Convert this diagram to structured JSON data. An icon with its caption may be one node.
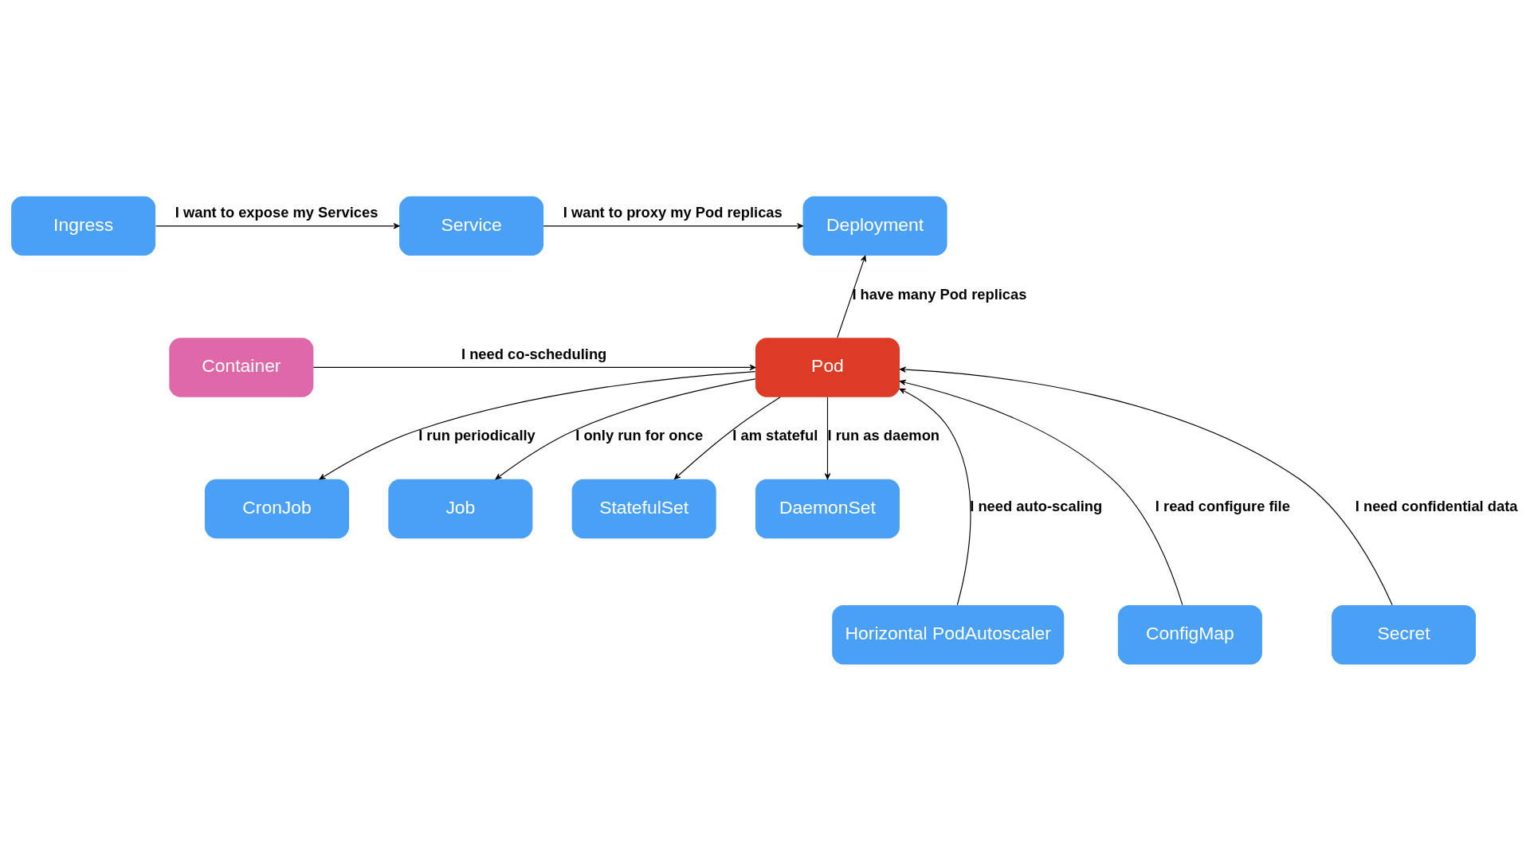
{
  "diagram": {
    "nodes": [
      {
        "text": [
          "Ingress"
        ]
      },
      {
        "text": [
          "Service"
        ]
      },
      {
        "text": [
          "Deployment"
        ]
      },
      {
        "text": [
          "Container"
        ]
      },
      {
        "text": [
          "Pod"
        ]
      },
      {
        "text": [
          "CronJob"
        ]
      },
      {
        "text": [
          "Job"
        ]
      },
      {
        "text": [
          "StatefulSet"
        ]
      },
      {
        "text": [
          "DaemonSet"
        ]
      },
      {
        "text": [
          "Horizontal PodAutoscaler"
        ]
      },
      {
        "text": [
          "ConfigMap"
        ]
      },
      {
        "text": [
          "Secret"
        ]
      }
    ],
    "edges": [
      {
        "from": 0,
        "to": 1,
        "arrow": "to",
        "label": "I want to expose my Services"
      },
      {
        "from": 1,
        "to": 2,
        "arrow": "to",
        "label": "I want to proxy my Pod replicas"
      },
      {
        "from": 3,
        "to": 4,
        "arrow": "to",
        "label": "I need co-scheduling"
      },
      {
        "from": 4,
        "to": 2,
        "arrow": "to",
        "label": "I have many Pod replicas"
      },
      {
        "from": 4,
        "to": 5,
        "arrow": "to",
        "label": "I run periodically"
      },
      {
        "from": 9,
        "to": 4,
        "arrow": "to",
        "label": "I need auto-scaling"
      },
      {
        "from": 4,
        "to": 6,
        "arrow": "to",
        "label": "I only run for once"
      },
      {
        "from": 10,
        "to": 4,
        "arrow": "to",
        "label": "I read configure file"
      },
      {
        "from": 11,
        "to": 4,
        "arrow": "to",
        "label": "I need confidential data"
      },
      {
        "from": 4,
        "to": 7,
        "arrow": "to",
        "label": "I am stateful"
      },
      {
        "from": 4,
        "to": 8,
        "arrow": "to",
        "label": "I run as daemon"
      }
    ]
  }
}
